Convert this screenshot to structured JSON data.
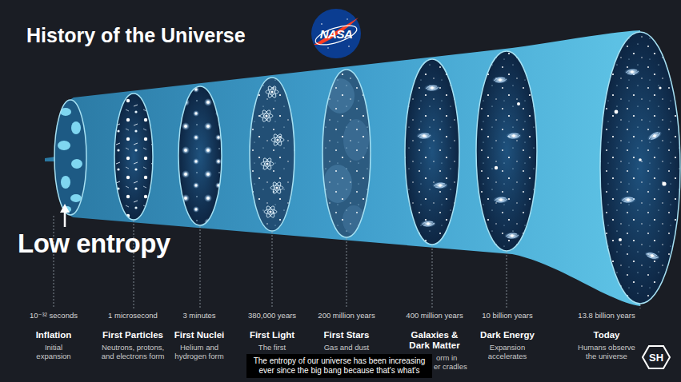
{
  "diagram": {
    "title": "History of the Universe",
    "caption": "The entropy of our universe has been increasing ever since the big bang because that's what's",
    "nodes": [
      {
        "text": [
          "NASA"
        ]
      },
      {
        "text": [
          "SH"
        ]
      }
    ],
    "labels": [
      "Low entropy",
      "10⁻³² seconds",
      "1 microsecond",
      "3 minutes",
      "380,000 years",
      "200 million years",
      "400 million years",
      "10 billion years",
      "13.8 billion years",
      "Inflation",
      "Initial expansion",
      "First Particles",
      "Neutrons, protons, and electrons form",
      "First Nuclei",
      "Helium and hydrogen form",
      "First Light",
      "The first",
      "First Stars",
      "Gas and dust",
      "Galaxies & Dark Matter",
      "orm in",
      "er cradles",
      "Dark Energy",
      "Expansion accelerates",
      "Today",
      "Humans observe the universe"
    ]
  }
}
